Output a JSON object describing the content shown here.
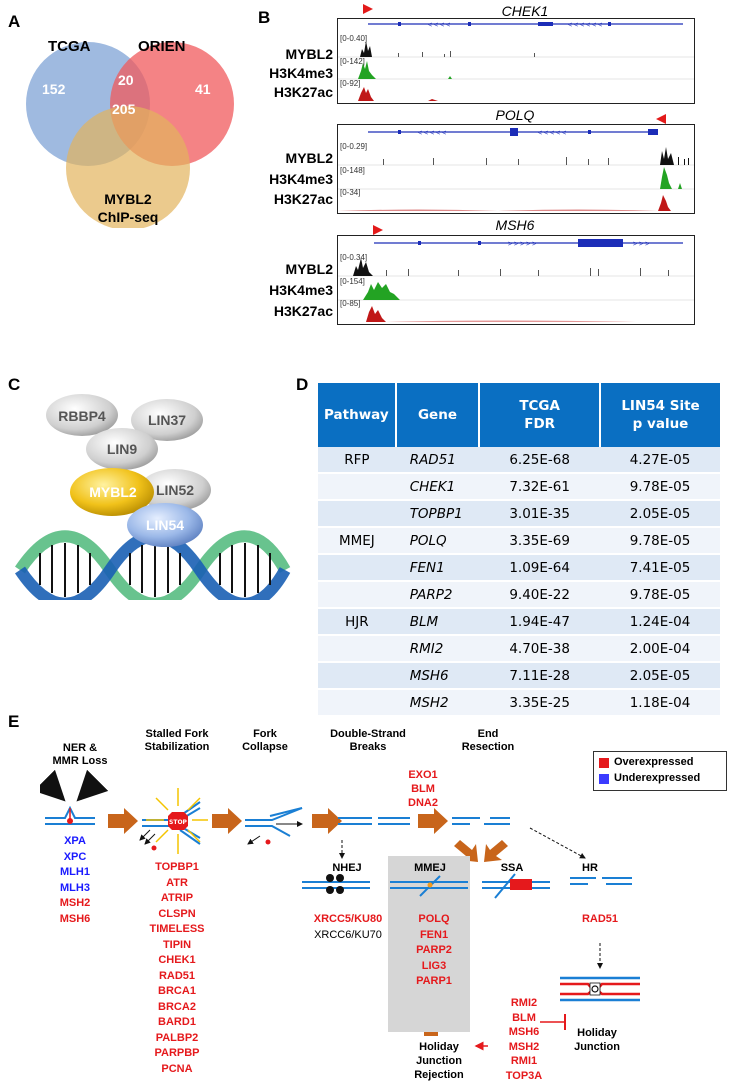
{
  "panels": {
    "a": "A",
    "b": "B",
    "c": "C",
    "d": "D",
    "e": "E"
  },
  "venn": {
    "tcga": "TCGA",
    "orien": "ORIEN",
    "chip_line1": "MYBL2",
    "chip_line2": "ChIP-seq",
    "n_tcga": "152",
    "n_both": "20",
    "n_all": "205",
    "n_orien": "41"
  },
  "tracks": {
    "row_labels": [
      "MYBL2",
      "H3K4me3",
      "H3K27ac"
    ],
    "genes": [
      {
        "name": "CHEK1",
        "ranges": [
          "[0-0.40]",
          "[0-142]",
          "[0-92]"
        ]
      },
      {
        "name": "POLQ",
        "ranges": [
          "[0-0.29]",
          "[0-148]",
          "[0-34]"
        ]
      },
      {
        "name": "MSH6",
        "ranges": [
          "[0-0.34]",
          "[0-154]",
          "[0-85]"
        ]
      }
    ]
  },
  "complex": {
    "rbbp4": "RBBP4",
    "lin37": "LIN37",
    "lin9": "LIN9",
    "mybl2": "MYBL2",
    "lin52": "LIN52",
    "lin54": "LIN54"
  },
  "table": {
    "headers": {
      "pathway": "Pathway",
      "gene": "Gene",
      "fdr1": "TCGA",
      "fdr2": "FDR",
      "lin1": "LIN54 Site",
      "lin2": "p value"
    },
    "rows": [
      {
        "pathway": "RFP",
        "gene": "RAD51",
        "fdr": "6.25E-68",
        "p": "4.27E-05"
      },
      {
        "pathway": "",
        "gene": "CHEK1",
        "fdr": "7.32E-61",
        "p": "9.78E-05"
      },
      {
        "pathway": "",
        "gene": "TOPBP1",
        "fdr": "3.01E-35",
        "p": "2.05E-05"
      },
      {
        "pathway": "MMEJ",
        "gene": "POLQ",
        "fdr": "3.35E-69",
        "p": "9.78E-05"
      },
      {
        "pathway": "",
        "gene": "FEN1",
        "fdr": "1.09E-64",
        "p": "7.41E-05"
      },
      {
        "pathway": "",
        "gene": "PARP2",
        "fdr": "9.40E-22",
        "p": "9.78E-05"
      },
      {
        "pathway": "HJR",
        "gene": "BLM",
        "fdr": "1.94E-47",
        "p": "1.24E-04"
      },
      {
        "pathway": "",
        "gene": "RMI2",
        "fdr": "4.70E-38",
        "p": "2.00E-04"
      },
      {
        "pathway": "",
        "gene": "MSH6",
        "fdr": "7.11E-28",
        "p": "2.05E-05"
      },
      {
        "pathway": "",
        "gene": "MSH2",
        "fdr": "3.35E-25",
        "p": "1.18E-04"
      }
    ]
  },
  "pathway": {
    "steps": {
      "ner1": "NER &",
      "ner2": "MMR Loss",
      "stall1": "Stalled Fork",
      "stall2": "Stabilization",
      "collapse1": "Fork",
      "collapse2": "Collapse",
      "dsb1": "Double-Strand",
      "dsb2": "Breaks",
      "end1": "End",
      "end2": "Resection",
      "nhej": "NHEJ",
      "mmej": "MMEJ",
      "ssa": "SSA",
      "hr": "HR",
      "hjr1": "Holiday",
      "hjr2": "Junction",
      "hjr3": "Rejection",
      "hj1": "Holiday",
      "hj2": "Junction",
      "stop": "STOP"
    },
    "legend": {
      "over": "Overexpressed",
      "under": "Underexpressed",
      "over_color": "#e5191c",
      "under_color": "#1a1aff"
    },
    "ner_under": [
      "XPA",
      "XPC",
      "MLH1",
      "MLH3"
    ],
    "ner_over": [
      "MSH2",
      "MSH6"
    ],
    "stall_genes": [
      "TOPBP1",
      "ATR",
      "ATRIP",
      "CLSPN",
      "TIMELESS",
      "TIPIN",
      "CHEK1",
      "RAD51",
      "BRCA1",
      "BRCA2",
      "BARD1",
      "PALBP2",
      "PARPBP",
      "PCNA"
    ],
    "resect_genes": [
      "EXO1",
      "BLM",
      "DNA2"
    ],
    "nhej_over": "XRCC5/KU80",
    "nhej_plain": "XRCC6/KU70",
    "mmej_genes": [
      "POLQ",
      "FEN1",
      "PARP2",
      "LIG3",
      "PARP1"
    ],
    "hr_genes": [
      "RAD51"
    ],
    "hj_genes": [
      "RMI2",
      "BLM",
      "MSH6",
      "MSH2",
      "RMI1",
      "TOP3A"
    ]
  }
}
